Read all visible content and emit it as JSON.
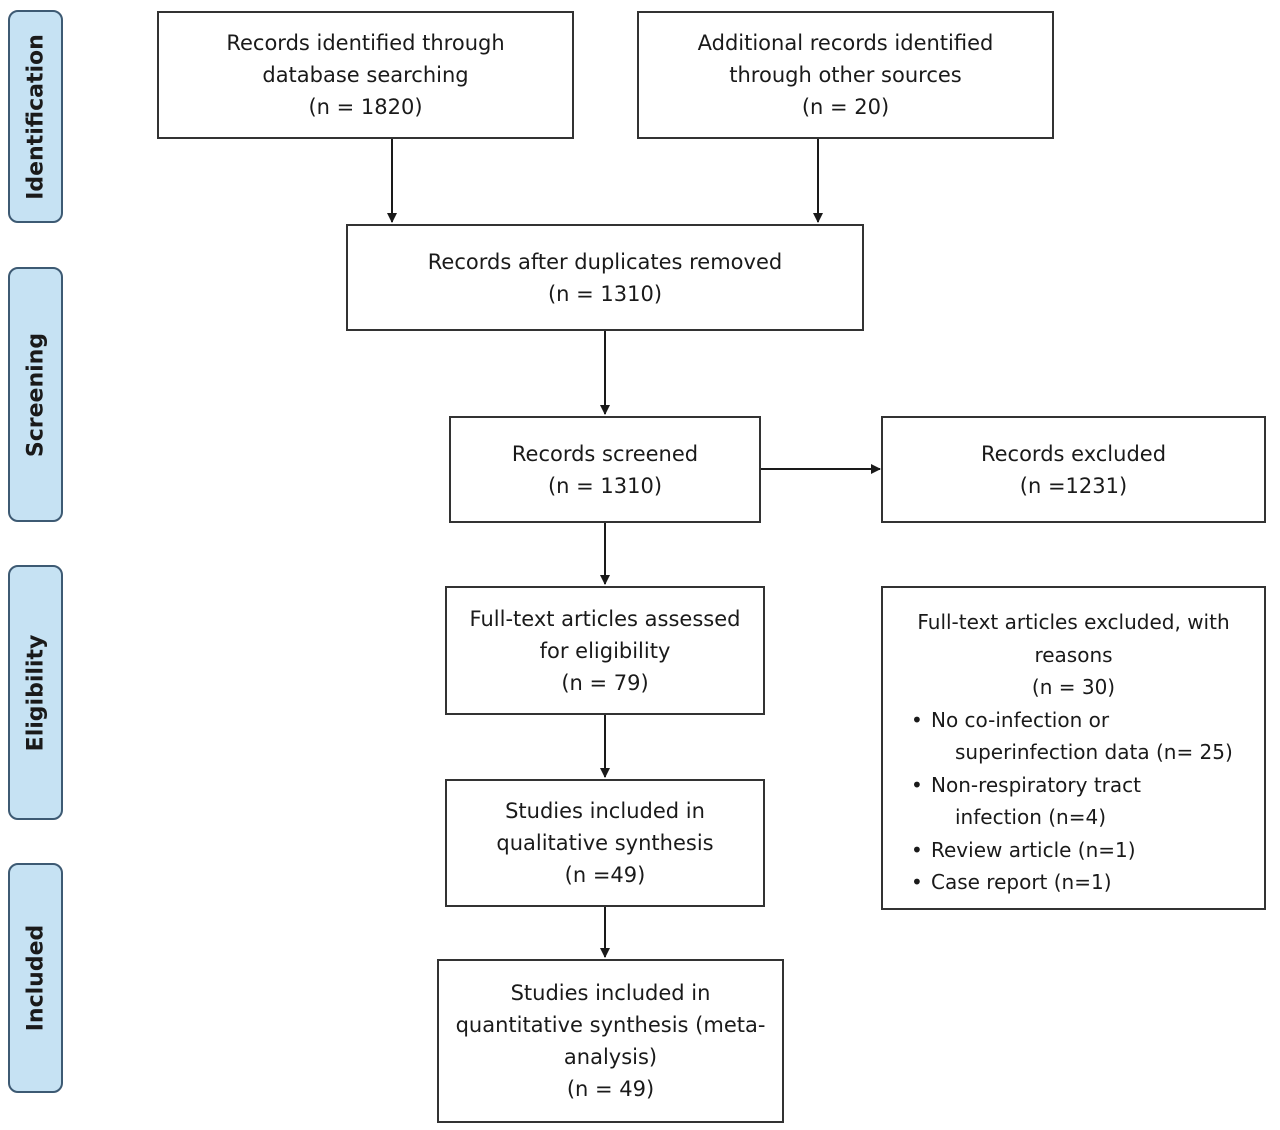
{
  "stages": {
    "identification": "Identification",
    "screening": "Screening",
    "eligibility": "Eligibility",
    "included": "Included"
  },
  "boxes": {
    "database": {
      "lines": [
        "Records identified through",
        "database searching",
        "(n = 1820)"
      ]
    },
    "other_sources": {
      "lines": [
        "Additional records identified",
        "through other sources",
        "(n = 20)"
      ]
    },
    "after_duplicates": {
      "lines": [
        "Records after duplicates removed",
        "(n = 1310)"
      ]
    },
    "screened": {
      "lines": [
        "Records screened",
        "(n = 1310)"
      ]
    },
    "excluded": {
      "lines": [
        "Records excluded",
        "(n =1231)"
      ]
    },
    "full_text_assessed": {
      "lines": [
        "Full-text articles assessed",
        "for eligibility",
        "(n = 79)"
      ]
    },
    "qualitative": {
      "lines": [
        "Studies included in",
        "qualitative synthesis",
        "(n =49)"
      ]
    },
    "quantitative": {
      "lines": [
        "Studies included in",
        "quantitative synthesis (meta-",
        "analysis)",
        "(n = 49)"
      ]
    }
  },
  "full_text_excluded": {
    "heading": [
      "Full-text articles excluded, with",
      "reasons",
      "(n = 30)"
    ],
    "reasons": [
      {
        "line1": "No co-infection or",
        "line2": "superinfection data (n= 25)"
      },
      {
        "line1": "Non-respiratory tract",
        "line2": "infection (n=4)"
      },
      {
        "line1": "Review article (n=1)",
        "line2": ""
      },
      {
        "line1": "Case report (n=1)",
        "line2": ""
      }
    ]
  },
  "colors": {
    "stage_fill": "#c6e2f3",
    "stage_border": "#3d5a73",
    "box_border": "#333333",
    "arrow": "#1a1a1a"
  }
}
